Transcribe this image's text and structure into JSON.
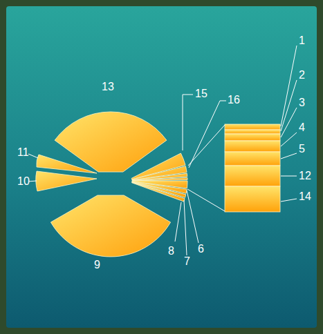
{
  "diagram": {
    "labels": [
      "1",
      "2",
      "3",
      "4",
      "5",
      "13",
      "15",
      "16",
      "12",
      "14",
      "11",
      "10",
      "6",
      "9",
      "8",
      "7"
    ]
  }
}
